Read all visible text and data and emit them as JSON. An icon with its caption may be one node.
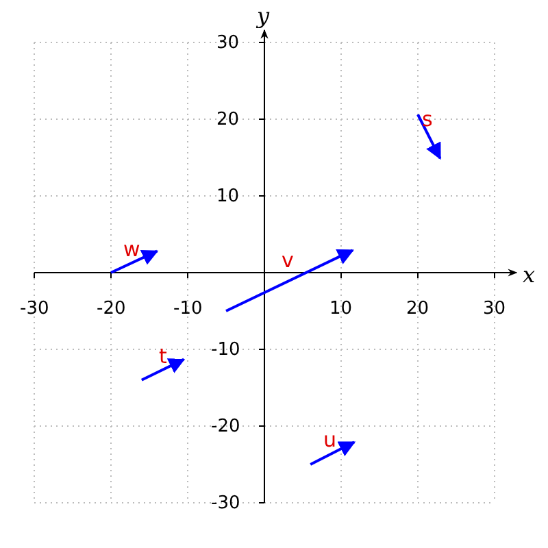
{
  "diagram": {
    "labels": [
      "y",
      "30",
      "20",
      "s",
      "10",
      "w",
      "v",
      "x",
      "-30",
      "-20",
      "-10",
      "10",
      "20",
      "30",
      "-10",
      "t",
      "-20",
      "u",
      "-30"
    ]
  }
}
